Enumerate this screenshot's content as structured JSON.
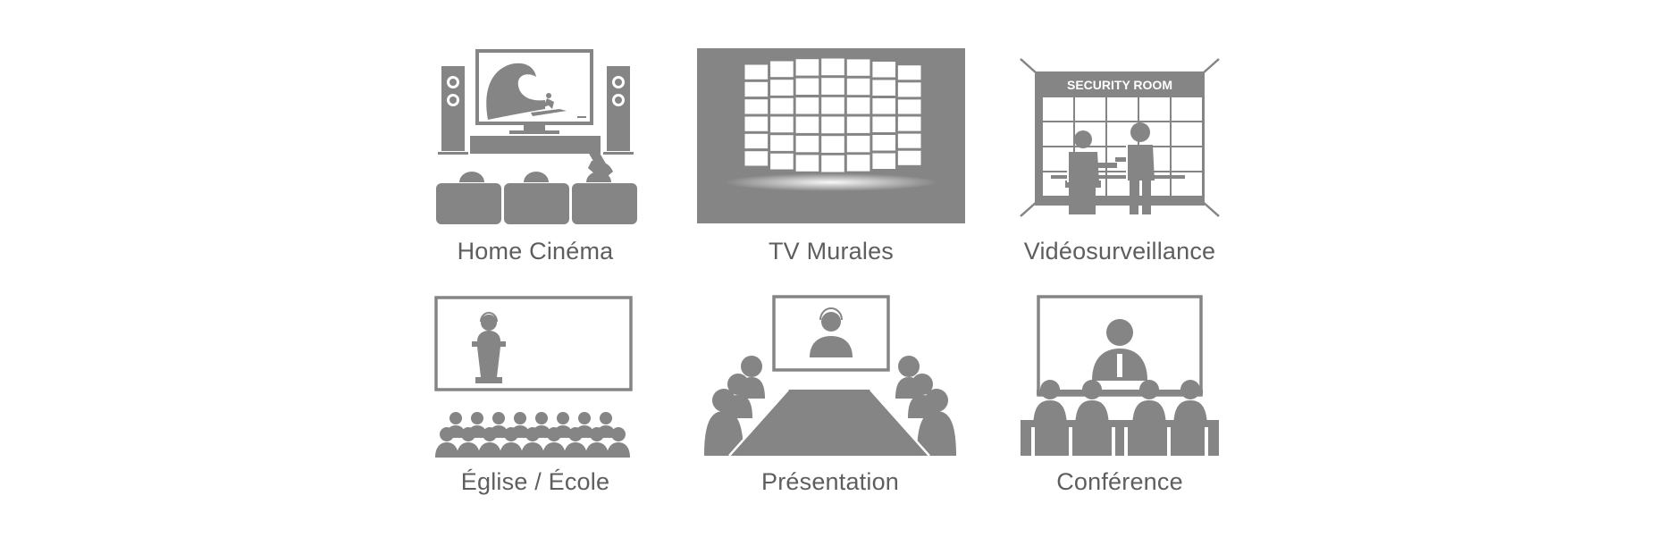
{
  "colors": {
    "icon": "#858585",
    "icon_light": "#ffffff",
    "text": "#5e5e5e"
  },
  "tiles": [
    {
      "label": "Home Cinéma",
      "icon": "home-cinema-icon"
    },
    {
      "label": "TV Murales",
      "icon": "video-wall-icon"
    },
    {
      "label": "Vidéosurveillance",
      "icon": "security-room-icon",
      "screen_title": "SECURITY ROOM"
    },
    {
      "label": "Église / École",
      "icon": "church-school-icon"
    },
    {
      "label": "Présentation",
      "icon": "presentation-icon"
    },
    {
      "label": "Conférence",
      "icon": "conference-icon"
    }
  ]
}
